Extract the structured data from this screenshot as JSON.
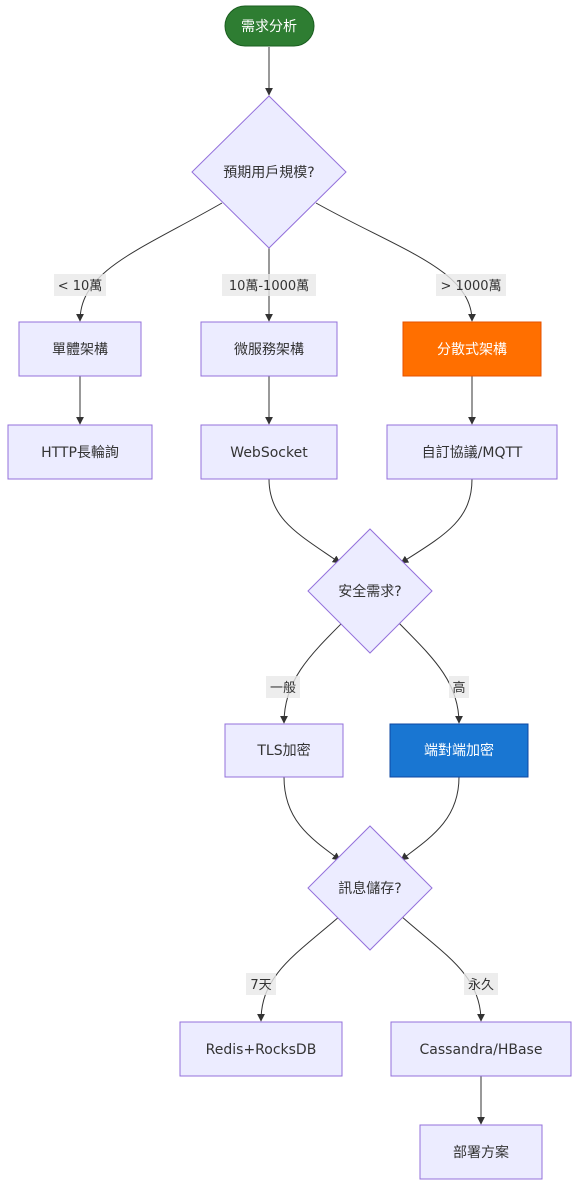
{
  "colors": {
    "node_fill": "#ECECFF",
    "node_stroke": "#9370DB",
    "start_fill": "#2E7D32",
    "start_stroke": "#1B5E20",
    "distributed_fill": "#FF6F00",
    "e2e_fill": "#1976D2",
    "edge": "#333333",
    "edge_label_bg": "#E8E8E8"
  },
  "nodes": {
    "start": "需求分析",
    "user_scale": "預期用戶規模?",
    "monolith": "單體架構",
    "microservices": "微服務架構",
    "distributed": "分散式架構",
    "http_long_poll": "HTTP長輪詢",
    "websocket": "WebSocket",
    "custom_protocol": "自訂協議/MQTT",
    "security": "安全需求?",
    "tls": "TLS加密",
    "e2e": "端對端加密",
    "storage": "訊息儲存?",
    "redis": "Redis+RocksDB",
    "cassandra": "Cassandra/HBase",
    "deploy": "部署方案"
  },
  "edge_labels": {
    "lt_10w": "< 10萬",
    "range_10w_1000w": "10萬-1000萬",
    "gt_1000w": "> 1000萬",
    "normal": "一般",
    "high": "高",
    "days7": "7天",
    "permanent": "永久"
  }
}
